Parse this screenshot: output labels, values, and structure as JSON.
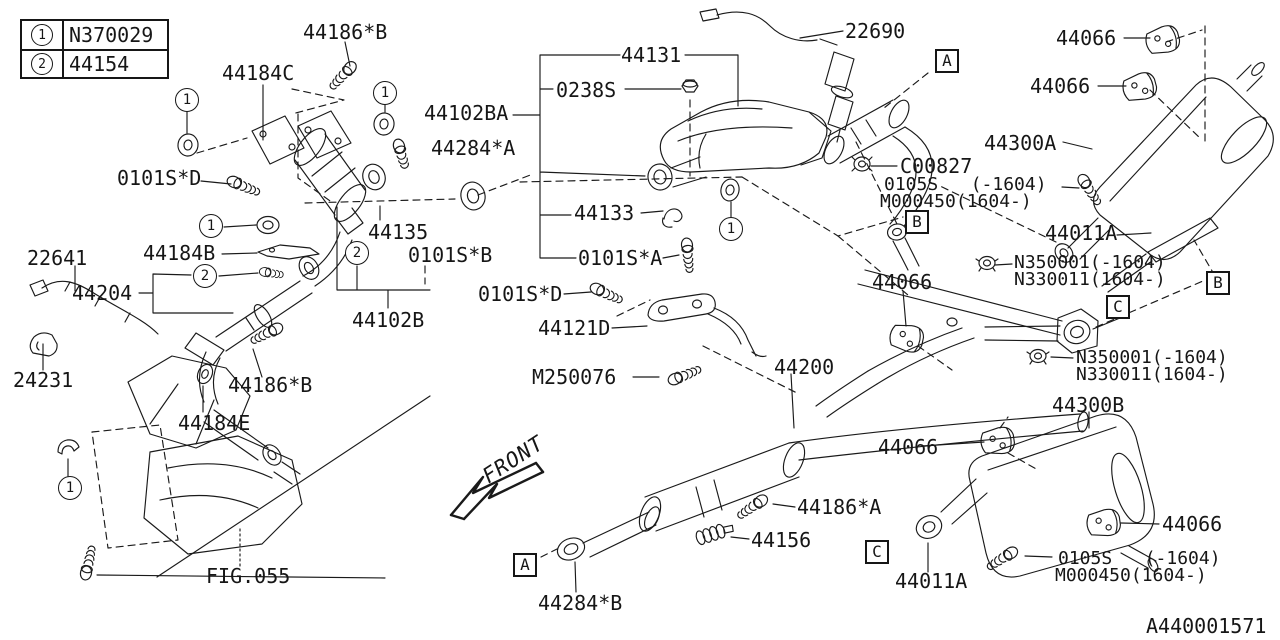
{
  "legend": {
    "rows": [
      {
        "num": "1",
        "part": "N370029"
      },
      {
        "num": "2",
        "part": "44154"
      }
    ]
  },
  "markers": {
    "boxed": {
      "a": "A",
      "b": "B",
      "c": "C"
    },
    "circled": {
      "one": "1",
      "two": "2"
    }
  },
  "parts": {
    "p44186B": "44186*B",
    "p44184C": "44184C",
    "p22690": "22690",
    "p44066": "44066",
    "p44131": "44131",
    "p0238S": "0238S",
    "p44102BA": "44102BA",
    "p44300A": "44300A",
    "p44284A": "44284*A",
    "p0101SD": "0101S*D",
    "pC00827": "C00827",
    "p0105S": "0105S   (-1604)",
    "pM000450": "M000450(1604-)",
    "p44133": "44133",
    "p44011A": "44011A",
    "pN350001": "N350001(-1604)",
    "pN330011": "N330011(1604-)",
    "p22641": "22641",
    "p44184B": "44184B",
    "p44204": "44204",
    "p44135": "44135",
    "p0101SB": "0101S*B",
    "p0101SA": "0101S*A",
    "p44121D": "44121D",
    "p24231": "24231",
    "pM250076": "M250076",
    "p44200": "44200",
    "p44300B": "44300B",
    "p44184E": "44184E",
    "p44186A": "44186*A",
    "p44156": "44156",
    "pFIG055": "FIG.055",
    "p44284B": "44284*B",
    "p44102B": "44102B"
  },
  "front_arrow": {
    "label": "FRONT"
  },
  "footer": {
    "diagram_id": "A440001571"
  },
  "colors": {
    "ink": "#1a1a1a",
    "background": "#ffffff"
  }
}
